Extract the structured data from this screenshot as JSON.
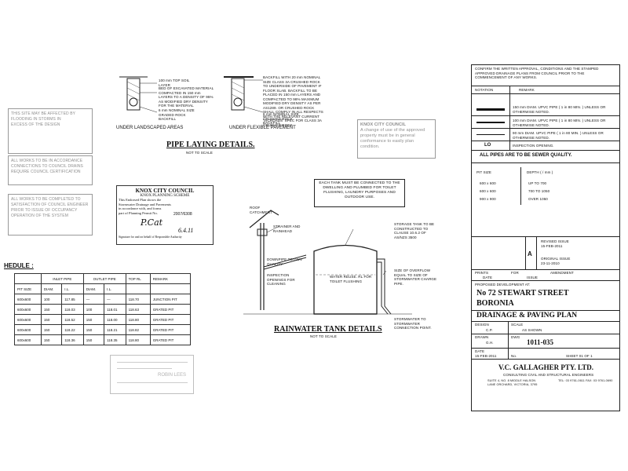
{
  "pipe_laying": {
    "title": "PIPE LAYING DETAILS.",
    "subtitle": "NOT TO SCALE",
    "landscaped": {
      "caption": "UNDER LANDSCAPED AREAS",
      "note1": "100 mm TOP SOIL LAYER",
      "note2": "BED OF EXCAVATED MATERIAL COMPACTED IN 150 mm LAYERS TO A DENSITY OF 95% AS MODIFIED DRY DENSITY FOR THE MATERIAL",
      "note3": "6 mm NOMINAL SIZE GRADED ROCK BACKFILL"
    },
    "pavement": {
      "caption": "UNDER FLEXIBLE PAVEMENT",
      "note1": "BACKFILL WITH 20 mm NOMINAL SIZE CLASS 3A CRUSHED ROCK TO UNDERSIDE OF PAVEMENT IF FLOOR SLAB. BACKFILL TO BE PLACED IN 150 mm LAYERS AND COMPACTED TO 98% MAXIMUM MODIFIED DRY DENSITY AS PER AS1289. OR CRUSHED ROCK SHALL COMPLY IN ALL RESPECTS WITH THE RELEVANT CURRENT 'VICROADS' SPEC FOR CLASS 3A CRUSHED ROCK",
      "note2": "6 mm NOMINAL SIZE CRUSHED ROCK BACKFILL"
    }
  },
  "stamps": {
    "council_top_right": [
      "KNOX CITY COUNCIL",
      "A change of use of the approved",
      "property must be in general",
      "conformance to easily plan",
      "condition."
    ],
    "left_1": [
      "THIS SITE MAY BE AFFECTED BY",
      "FLOODING IN STORMS IN",
      "EXCESS OF THE DESIGN"
    ],
    "left_2": [
      "ALL WORKS TO BE IN ACCORDANCE",
      "CONNECTIONS TO COUNCIL DRAINS",
      "REQUIRE COUNCIL CERTIFICATION"
    ],
    "left_3": [
      "ALL WORKS TO BE COMPLETED TO",
      "SATISFACTION OF COUNCIL ENGINEER",
      "PRIOR TO ISSUE OF OCCUPANCY",
      "OPERATION OF THE SYSTEM"
    ],
    "endorsed": {
      "title": "KNOX CITY COUNCIL",
      "subtitle": "KNOX PLANNING SCHEME",
      "lines": [
        "This Endorsed Plan shows the",
        "Stormwater Drainage and Pavements",
        "in accordance with, and forms",
        "part of Planning Permit No."
      ],
      "permit": "2007/6308",
      "signature": "P.Cat",
      "date": "6.4.11",
      "footer": "Signature for and on behalf of Responsible Authority"
    },
    "bottom": [
      "",
      "ROBIN LEES"
    ]
  },
  "schedule": {
    "title": "HEDULE :",
    "group_headers": [
      "INLET PIPE",
      "OUTLET PIPE",
      "TOP RL",
      "REMARK"
    ],
    "headers": [
      "PIT SIZE",
      "DIAM.",
      "I.L.",
      "DIAM.",
      "I.L.",
      "",
      ""
    ],
    "rows": [
      [
        "600x600",
        "100",
        "117.85",
        "—",
        "—",
        "118.70",
        "JUNCTION PIT"
      ],
      [
        "600x600",
        "150",
        "118.03",
        "100",
        "118.01",
        "118.63",
        "GRATED PIT"
      ],
      [
        "600x600",
        "150",
        "118.52",
        "150",
        "118.00",
        "118.80",
        "GRATED PIT"
      ],
      [
        "600x600",
        "150",
        "118.22",
        "150",
        "118.21",
        "118.82",
        "GRATED PIT"
      ],
      [
        "600x600",
        "150",
        "118.36",
        "150",
        "118.35",
        "118.80",
        "GRATED PIT"
      ]
    ]
  },
  "rainwater": {
    "title": "RAINWATER TANK DETAILS",
    "subtitle": "NOT TO SCALE",
    "note_box": "EACH TANK MUST BE CONNECTED TO THE DWELLING AND PLUMBED FOR TOILET FLUSHING, LAUNDRY PURPOSES AND OUTDOOR USE.",
    "labels": {
      "roof": "ROOF CATCHMENT",
      "strainer": "STRAINER AND RAINHEAD",
      "downpipe": "DOWNPIPE TO DWV QUALITY",
      "inspection": "INSPECTION OPENINGS FOR CLEANING",
      "storage": "STORAGE TANK TO BE CONSTRUCTED TO CLAUSE 10.6.2 OF AS/NZS 3500",
      "water": "WATER REUSE. RL FOR TOILET FLUSHING",
      "overflow": "SIZE OF OVERFLOW EQUAL TO SIZE OF STORMWATER CHARGE PIPE.",
      "stormwater": "STORMWATER TO STORMWATER CONNECTION POINT."
    }
  },
  "title_block": {
    "notes": "CONFIRM THE WRITTEN APPROVAL, CONDITIONS AND THE STAMPED APPROVED DRAINAGE PLANS FROM COUNCIL PRIOR TO THE COMMENCEMENT OF ANY WORKS.",
    "legend_headers": [
      "NOTATION",
      "REMARK"
    ],
    "legend": [
      "150 mm DIAM. UPVC PIPE ( 1 in 80 MIN. ) UNLESS OR OTHERWISE NOTED.",
      "100 mm DIAM. UPVC PIPE ( 1 in 80 MIN. ) UNLESS OR OTHERWISE NOTED.",
      "90 mm DIAM. UPVC PIPE ( 1 in 80 MIN. ) UNLESS OR OTHERWISE NOTED."
    ],
    "legend_lo": "LO",
    "legend_lo_text": "INSPECTION OPENING.",
    "sewer_note": "ALL PIPES ARE TO BE SEWER QUALITY.",
    "pit_headers": [
      "PIT SIZE",
      "DEPTH ( / mm )"
    ],
    "pit_rows": [
      [
        "600 x 600",
        "UP TO 700"
      ],
      [
        "600 x 600",
        "700 TO 1050"
      ],
      [
        "900 x 900",
        "OVER 1050"
      ]
    ],
    "revision_letter": "A",
    "revised_issue": "REVISED ISSUE",
    "revised_date": "15-FEB-2011",
    "original_issue": "ORIGINAL ISSUE",
    "original_date": "23-11-2010",
    "rev_headers": [
      "PRINTS",
      "FOR",
      "AMENDMENT",
      "DATE",
      "ISSUE"
    ],
    "proposed": "PROPOSED DEVELOPMENT AT:",
    "address1": "No 72 STEWART STREET",
    "address2": "BORONIA",
    "drawing_title": "DRAINAGE & PAVING PLAN",
    "design_label": "DESIGN",
    "design_value": "C.P.",
    "scale_label": "SCALE",
    "scale_value": "AS SHOWN",
    "drawn_label": "DRAWN",
    "drawn_value": "G.H.",
    "dwg_label": "DWG",
    "dwg_value": "1011-035",
    "date_label": "DATE",
    "date_value": "15-FEB-2011",
    "no_label": "No.",
    "sheet_label": "SHEET 01 OF 1",
    "company": "V.C. GALLAGHER PTY. LTD.",
    "company_sub": "CONSULTING CIVIL AND STRUCTURAL ENGINEERS",
    "company_addr": "SUITE 4, NO. 8 MIDDLE HALSON LANE ORCHARD, VICTORIA, 3795",
    "company_tel": "TEL: 03 9761-0611  FAX: 03 9761-0690"
  }
}
